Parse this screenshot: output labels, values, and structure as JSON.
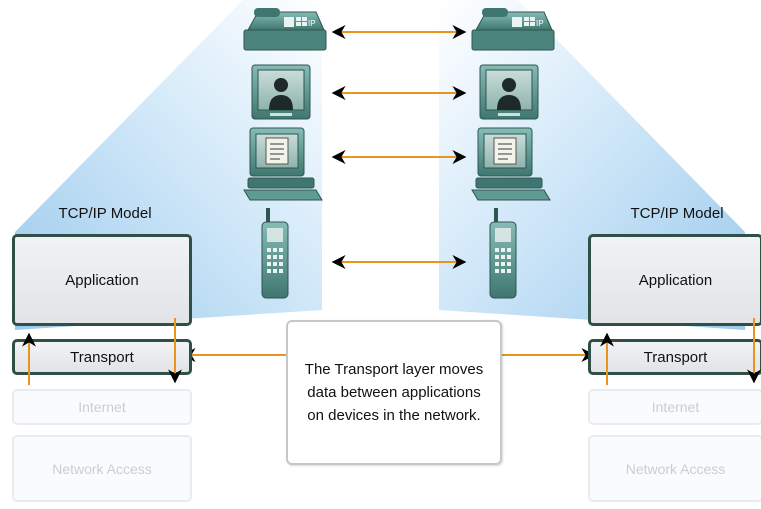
{
  "left_model": {
    "title": "TCP/IP Model",
    "layers": {
      "application": "Application",
      "transport": "Transport",
      "internet": "Internet",
      "network_access": "Network Access"
    }
  },
  "right_model": {
    "title": "TCP/IP Model",
    "layers": {
      "application": "Application",
      "transport": "Transport",
      "internet": "Internet",
      "network_access": "Network Access"
    }
  },
  "callout": {
    "text": "The Transport layer moves data between applications on devices in the network."
  },
  "devices": [
    {
      "name": "ip-phone",
      "label": "IP"
    },
    {
      "name": "video-monitor"
    },
    {
      "name": "computer"
    },
    {
      "name": "cell-phone"
    }
  ],
  "colors": {
    "layer_border": "#2f4f47",
    "arrow_orange": "#e8941e",
    "beam_blue": "#9fcdf0",
    "device_teal": "#5f9a93"
  }
}
